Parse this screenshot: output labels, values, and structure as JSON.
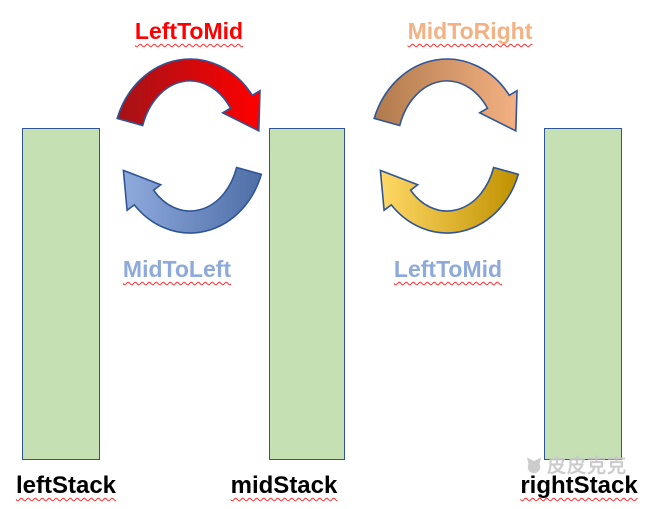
{
  "background": "#ffffff",
  "stacks": [
    {
      "label": "leftStack",
      "fill": "#c5e0b3",
      "border": "#2f5596",
      "label_color": "#000000"
    },
    {
      "label": "midStack",
      "fill": "#c5e0b3",
      "border": "#2f5596",
      "label_color": "#000000"
    },
    {
      "label": "rightStack",
      "fill": "#c5e0b3",
      "border": "#2f5596",
      "label_color": "#000000"
    }
  ],
  "arrows": [
    {
      "label": "LeftToMid",
      "label_color": "#ff0000",
      "direction": "clockwise-top",
      "gradient_left": "#a31318",
      "gradient_right": "#ff0000",
      "outline": "#2f5596"
    },
    {
      "label": "MidToLeft",
      "label_color": "#8eaadb",
      "direction": "counterclockwise-bottom",
      "gradient_left": "#8faadc",
      "gradient_right": "#4e6ea7",
      "outline": "#2f5596"
    },
    {
      "label": "MidToRight",
      "label_color": "#f4b183",
      "direction": "clockwise-top",
      "gradient_left": "#b07a4c",
      "gradient_right": "#f4b183",
      "outline": "#2f5596"
    },
    {
      "label": "LeftToMid",
      "label_color": "#8eaadb",
      "direction": "counterclockwise-bottom",
      "gradient_left": "#ffd966",
      "gradient_right": "#bf9000",
      "outline": "#2f5596"
    }
  ],
  "underline": {
    "style": "wavy",
    "color": "#ff2b2b"
  },
  "watermark": {
    "text": "皮皮克克",
    "color": "#c8c8c8"
  }
}
